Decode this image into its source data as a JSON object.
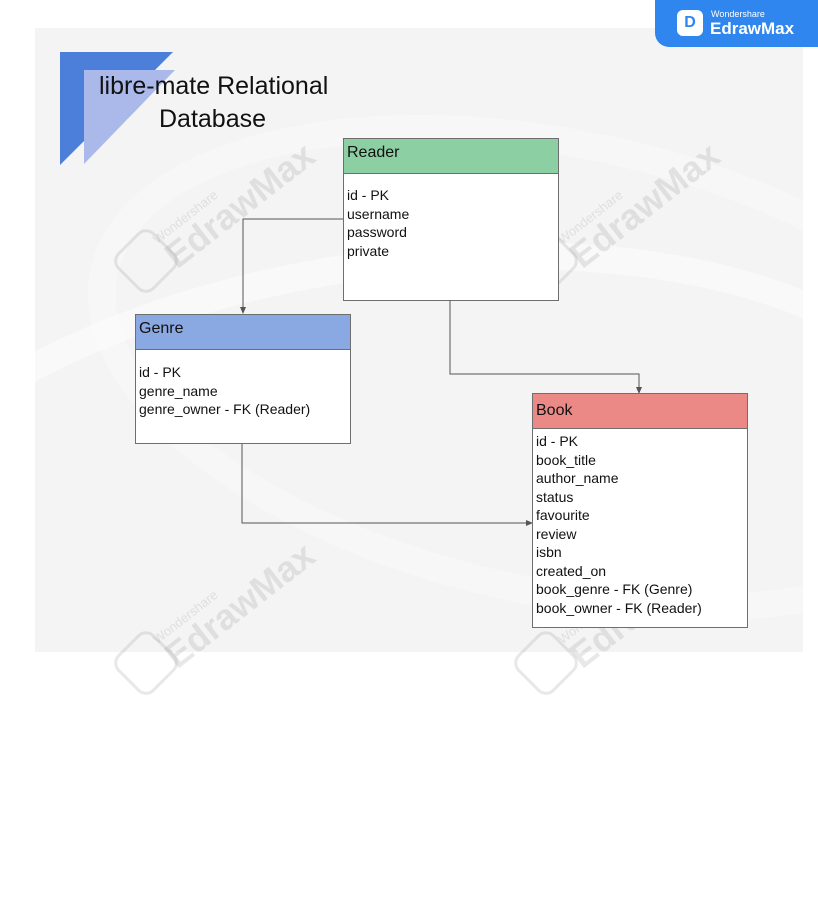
{
  "badge": {
    "top": "Wondershare",
    "main": "EdrawMax",
    "icon": "edrawmax-logo-icon"
  },
  "title": {
    "line1": "libre-mate Relational",
    "line2": "Database"
  },
  "watermark": {
    "small": "Wondershare",
    "big": "EdrawMax"
  },
  "entities": {
    "reader": {
      "name": "Reader",
      "color": "#8ccfa2",
      "fields": [
        "id - PK",
        "username",
        "password",
        "private"
      ]
    },
    "genre": {
      "name": "Genre",
      "color": "#8aa8e1",
      "fields": [
        "id - PK",
        "genre_name",
        "genre_owner - FK (Reader)"
      ]
    },
    "book": {
      "name": "Book",
      "color": "#ea8986",
      "fields": [
        "id - PK",
        "book_title",
        "author_name",
        "status",
        "favourite",
        "review",
        "isbn",
        "created_on",
        "book_genre - FK (Genre)",
        "book_owner - FK (Reader)"
      ]
    }
  },
  "relations": [
    {
      "from": "reader",
      "to": "genre"
    },
    {
      "from": "reader",
      "to": "book"
    },
    {
      "from": "genre",
      "to": "book"
    }
  ]
}
